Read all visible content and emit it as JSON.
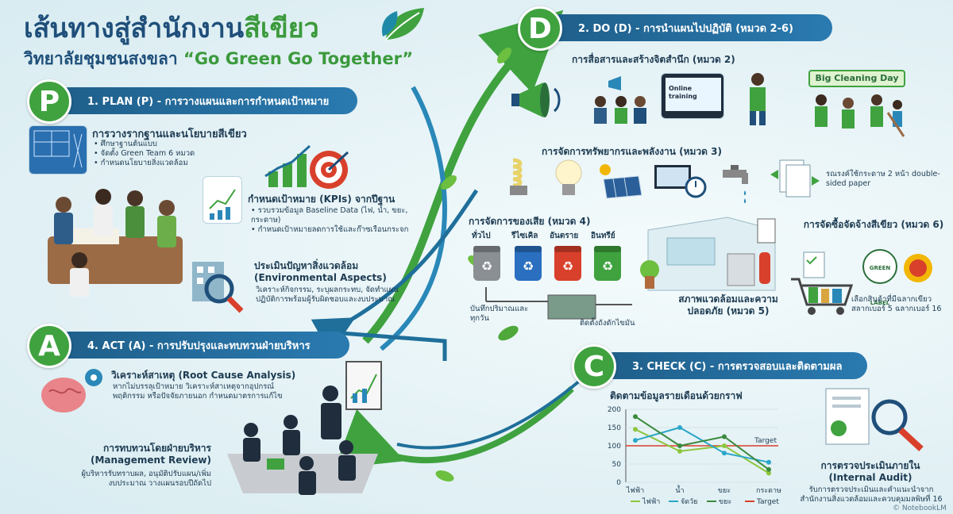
{
  "header": {
    "title_main": "เส้นทางสู่สำนักงาน",
    "title_green": "สีเขียว",
    "subtitle_main": "วิทยาลัยชุมชนสงขลา ",
    "subtitle_green": "“Go Green Go Together”"
  },
  "plan": {
    "badge": "P",
    "bar": "1. PLAN (P) - การวางแผนและการกำหนดเป้าหมาย",
    "policy": {
      "title": "การวางรากฐานและนโยบายสีเขียว",
      "items": [
        "ศึกษาฐานต้นแบบ",
        "จัดตั้ง Green Team 6 หมวด",
        "กำหนดนโยบายสิ่งแวดล้อม"
      ]
    },
    "kpi": {
      "title": "กำหนดเป้าหมาย (KPIs) จากปีฐาน",
      "items": [
        "รวบรวมข้อมูล Baseline Data (ไฟ, น้ำ, ขยะ, กระดาษ)",
        "กำหนดเป้าหมายลดการใช้และก๊าซเรือนกระจก"
      ]
    },
    "aspects": {
      "title": "ประเมินปัญหาสิ่งแวดล้อม (Environmental Aspects)",
      "text": "วิเคราะห์กิจกรรม, ระบุผลกระทบ, จัดทำแผนปฏิบัติการพร้อมผู้รับผิดชอบและงบประมาณ"
    }
  },
  "act": {
    "badge": "A",
    "bar": "4. ACT (A) - การปรับปรุงและทบทวนฝ่ายบริหาร",
    "rca": {
      "title": "วิเคราะห์สาเหตุ (Root Cause Analysis)",
      "text": "หากไม่บรรลุเป้าหมาย วิเคราะห์สาเหตุจากอุปกรณ์ พฤติกรรม หรือปัจจัยภายนอก กำหนดมาตรการแก้ไข"
    },
    "review": {
      "title": "การทบทวนโดยฝ่ายบริหาร (Management Review)",
      "text": "ผู้บริหารรับทราบผล, อนุมัติปรับแผน/เพิ่มงบประมาณ วางแผนรอบปีถัดไป"
    }
  },
  "do": {
    "badge": "D",
    "bar": "2. DO (D) - การนำแผนไปปฏิบัติ (หมวด 2-6)",
    "comm": {
      "title": "การสื่อสารและสร้างจิตสำนึก (หมวด 2)",
      "online": "Online training",
      "banner": "Big Cleaning Day"
    },
    "resource": {
      "title": "การจัดการทรัพยากรและพลังงาน (หมวด 3)",
      "paper_note": "รณรงค์ใช้กระดาษ 2 หน้า double-sided paper"
    },
    "waste": {
      "title": "การจัดการของเสีย (หมวด 4)",
      "bins": [
        "ทั่วไป",
        "รีไซเคิล",
        "อันตราย",
        "อินทรีย์"
      ],
      "record": "บันทึกปริมาณและทุกวัน",
      "trap": "ติดตั้งถังดักไขมัน"
    },
    "environment": {
      "title": "สภาพแวดล้อมและความปลอดภัย (หมวด 5)"
    },
    "procure": {
      "title": "การจัดซื้อจัดจ้างสีเขียว (หมวด 6)",
      "seal": "GREEN LABEL",
      "text": "เลือกสินค้าที่มีฉลากเขียว สลากเบอร์ 5 ฉลากเบอร์ 16"
    }
  },
  "check": {
    "badge": "C",
    "bar": "3. CHECK (C) - การตรวจสอบและติดตามผล",
    "chart_title": "ติดตามข้อมูลรายเดือนด้วยกราฟ",
    "audit": {
      "title": "การตรวจประเมินภายใน (Internal Audit)",
      "text": "รับการตรวจประเมินและคำแนะนำจากสำนักงานสิ่งแวดล้อมและควบคุมมลพิษที่ 16"
    }
  },
  "footer_mark": "© NotebookLM",
  "chart_data": {
    "type": "line",
    "title": "ติดตามข้อมูลรายเดือนด้วยกราฟ",
    "categories": [
      "ไฟฟ้า",
      "น้ำ",
      "ขยะ",
      "กระดาษ"
    ],
    "ylim": [
      0,
      200
    ],
    "yticks": [
      0,
      50,
      100,
      150,
      200
    ],
    "target": 100,
    "target_label": "Target",
    "series": [
      {
        "name": "ไฟฟ้า",
        "color": "#8dc63f",
        "values": [
          145,
          85,
          100,
          25
        ]
      },
      {
        "name": "จัดวัย",
        "color": "#2aa7c9",
        "values": [
          115,
          150,
          80,
          55
        ]
      },
      {
        "name": "ขยะ",
        "color": "#3b8a3e",
        "values": [
          180,
          100,
          125,
          35
        ]
      }
    ],
    "legend": [
      "ไฟฟ้า",
      "จัดวัย",
      "ขยะ",
      "Target"
    ]
  },
  "colors": {
    "accent_green": "#3fa23f",
    "bar_blue": "#1f5f8a",
    "target_red": "#d9402b"
  }
}
